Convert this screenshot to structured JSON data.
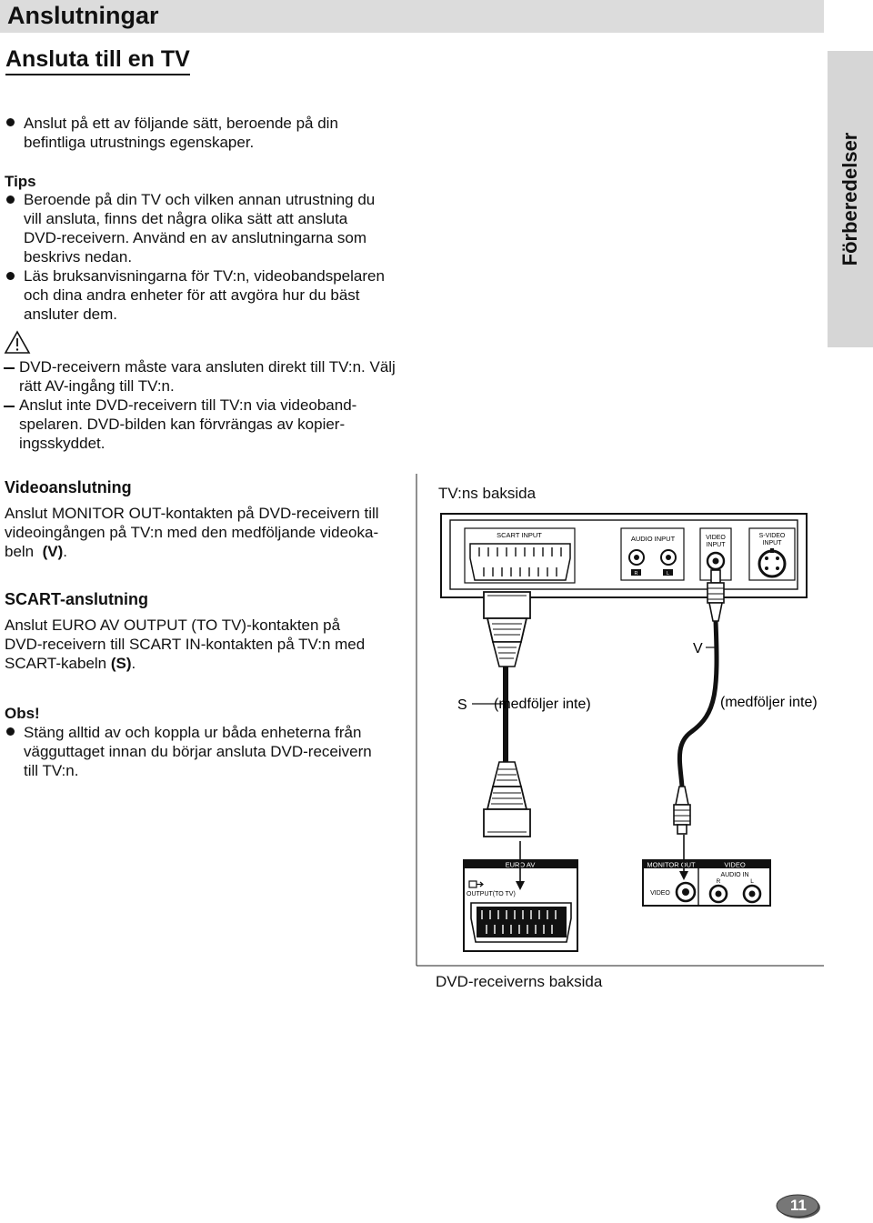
{
  "header": {
    "title": "Anslutningar"
  },
  "section": {
    "title": "Ansluta till en TV"
  },
  "side_tab": {
    "label": "Förberedelser"
  },
  "intro": {
    "lines": [
      "Anslut på ett av följande sätt, beroende på din",
      "befintliga utrustnings egenskaper."
    ]
  },
  "tips": {
    "heading": "Tips",
    "item1": [
      "Beroende på din TV och vilken annan utrustning du",
      "vill ansluta, finns det några olika sätt att ansluta",
      "DVD-receivern. Använd en av anslutningarna som",
      "beskrivs nedan."
    ],
    "item2": [
      "Läs bruksanvisningarna för TV:n, videobandspelaren",
      "och dina andra enheter för att avgöra hur du bäst",
      "ansluter dem."
    ]
  },
  "warning": {
    "item1": [
      "DVD-receivern måste vara ansluten direkt till TV:n. Välj",
      "rätt AV-ingång till TV:n."
    ],
    "item2": [
      "Anslut inte DVD-receivern till TV:n via videoband-",
      "spelaren. DVD-bilden kan förvrängas av kopier-",
      "ingsskyddet."
    ]
  },
  "video_connection": {
    "heading": "Videoanslutning",
    "lines": [
      "Anslut MONITOR OUT-kontakten på DVD-receivern till",
      "videoingången på TV:n med den medföljande videoka-"
    ],
    "last_line_prefix": "beln",
    "last_line_bold": "(V)",
    "last_line_suffix": "."
  },
  "scart_connection": {
    "heading": "SCART-anslutning",
    "lines": [
      "Anslut EURO AV OUTPUT (TO TV)-kontakten på",
      "DVD-receivern till SCART IN-kontakten på TV:n med"
    ],
    "last_line_prefix": "SCART-kabeln ",
    "last_line_bold": "(S)",
    "last_line_suffix": "."
  },
  "note": {
    "heading": "Obs!",
    "lines": [
      "Stäng alltid av och koppla ur båda enheterna från",
      "vägguttaget innan du börjar ansluta DVD-receivern",
      "till TV:n."
    ]
  },
  "diagram": {
    "tv_caption": "TV:ns baksida",
    "tv_scart_label": "SCART INPUT",
    "tv_audio_label": "AUDIO INPUT",
    "tv_audio_r": "R",
    "tv_audio_l": "L",
    "tv_video_label_1": "VIDEO",
    "tv_video_label_2": "INPUT",
    "tv_svideo_label_1": "S-VIDEO",
    "tv_svideo_label_2": "INPUT",
    "cable_v_label": "V",
    "cable_s_label": "S",
    "scart_note": "(medföljer inte)",
    "video_note": "(medföljer inte)",
    "dvd_euro_label": "EURO AV",
    "dvd_output_label": "OUTPUT(TO TV)",
    "dvd_monitor_label": "MONITOR OUT",
    "dvd_video_label": "VIDEO",
    "dvd_video_header": "VIDEO",
    "dvd_audio_in_label": "AUDIO IN",
    "dvd_audio_r": "R",
    "dvd_audio_l": "L",
    "dvd_caption": "DVD-receiverns baksida"
  },
  "page": {
    "number": "11"
  }
}
